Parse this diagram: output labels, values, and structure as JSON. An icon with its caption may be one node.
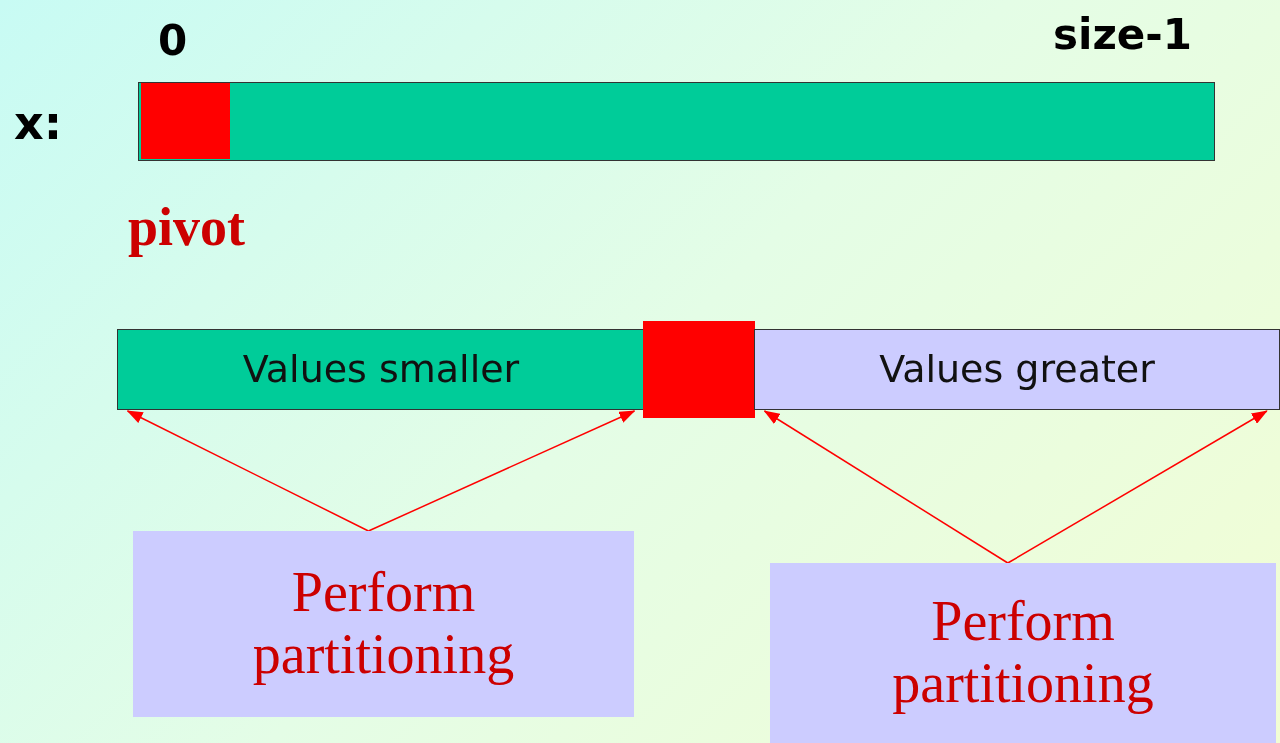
{
  "diagram": {
    "nodes": [
      {
        "text": [],
        "shape": "bar"
      },
      {
        "text": [],
        "shape": "box",
        "in": 0
      },
      {
        "text": [
          "Values smaller"
        ]
      },
      {
        "text": [],
        "shape": "box"
      },
      {
        "text": [
          "Values greater"
        ]
      },
      {
        "text": [
          "Perform partitioning"
        ]
      },
      {
        "text": [
          "Perform partitioning"
        ]
      }
    ],
    "edges": [
      {
        "from": 5,
        "to": 2,
        "arrow": "to"
      },
      {
        "from": 5,
        "to": 2,
        "arrow": "to"
      },
      {
        "from": 6,
        "to": 4,
        "arrow": "to"
      },
      {
        "from": 6,
        "to": 4,
        "arrow": "to"
      }
    ],
    "labels": [
      "0",
      "size-1",
      "x:",
      "pivot"
    ]
  }
}
